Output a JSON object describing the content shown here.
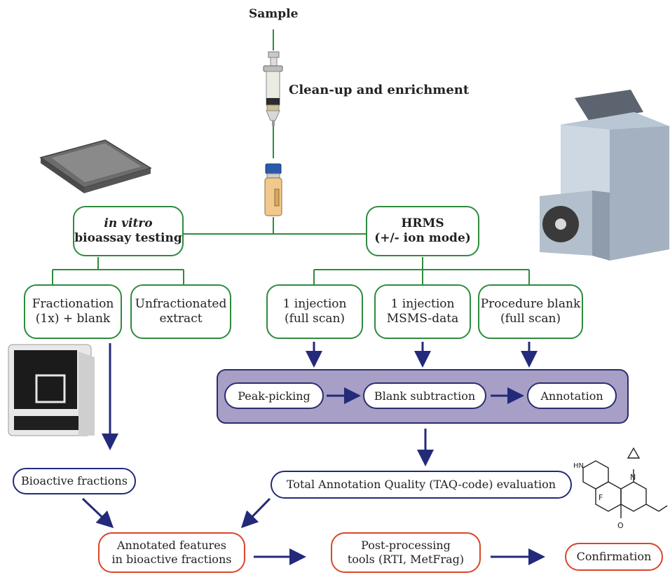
{
  "sample_label": "Sample",
  "cleanup_label": "Clean-up and enrichment",
  "invitro": {
    "line1": "in vitro",
    "line2": "bioassay testing"
  },
  "hrms": {
    "line1": "HRMS",
    "line2": "(+/-  ion mode)"
  },
  "fractionation": {
    "line1": "Fractionation",
    "line2": "(1x) + blank"
  },
  "unfractionated": {
    "line1": "Unfractionated",
    "line2": "extract"
  },
  "injection_fullscan": {
    "line1": "1 injection",
    "line2": "(full scan)"
  },
  "injection_msms": {
    "line1": "1 injection",
    "line2": "MSMS-data"
  },
  "procedure_blank": {
    "line1": "Procedure blank",
    "line2": "(full scan)"
  },
  "processing": {
    "peak_picking": "Peak-picking",
    "blank_subtraction": "Blank subtraction",
    "annotation": "Annotation"
  },
  "bioactive_fractions": "Bioactive fractions",
  "taq_evaluation": "Total Annotation Quality (TAQ-code) evaluation",
  "annotated_features": {
    "line1": "Annotated features",
    "line2": "in bioactive fractions"
  },
  "post_processing": {
    "line1": "Post-processing",
    "line2": "tools (RTI, MetFrag)"
  },
  "confirmation": "Confirmation",
  "molecule_labels": {
    "nh": "HN",
    "f": "F",
    "n": "N",
    "o": "O"
  },
  "colors": {
    "green_line": "#2e8b3e",
    "blue_border": "#232a7a",
    "red_border": "#d9452b",
    "arrow": "#232a7a",
    "band": "#a79fc6"
  }
}
